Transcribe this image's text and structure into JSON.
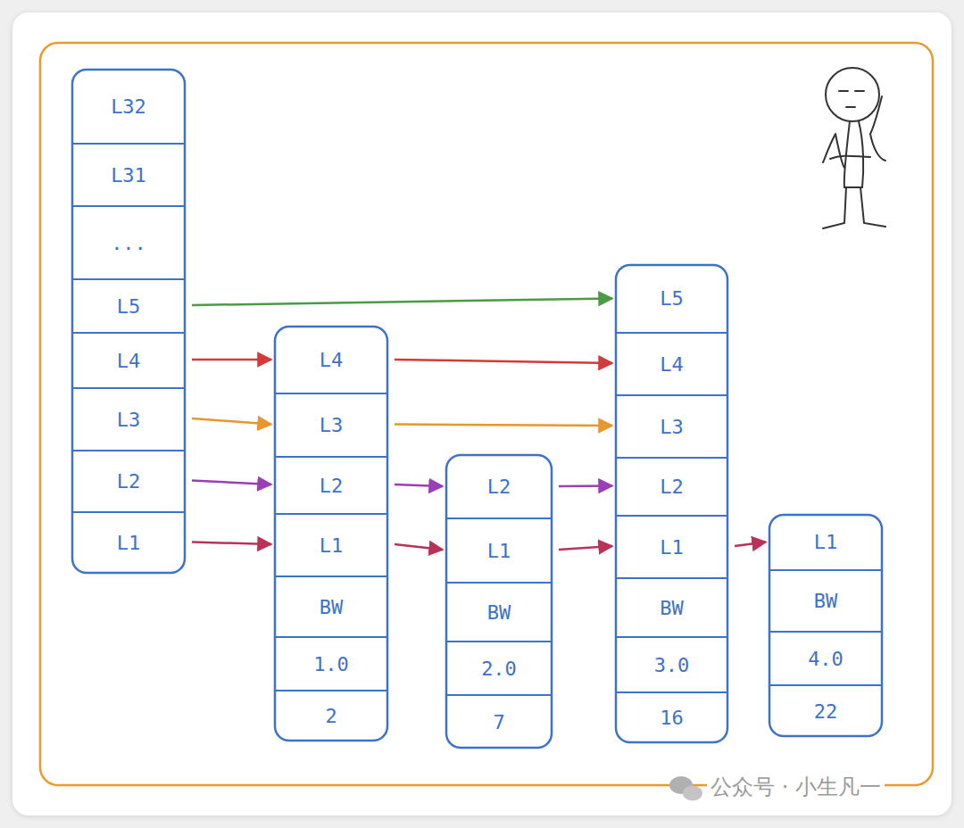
{
  "diagram": {
    "nodes": [
      {
        "text": [
          "L32"
        ]
      },
      {
        "text": [
          "L31"
        ]
      },
      {
        "text": [
          "..."
        ]
      },
      {
        "text": [
          "L5"
        ]
      },
      {
        "text": [
          "L4"
        ]
      },
      {
        "text": [
          "L3"
        ]
      },
      {
        "text": [
          "L2"
        ]
      },
      {
        "text": [
          "L1"
        ]
      },
      {
        "text": [
          "L4"
        ]
      },
      {
        "text": [
          "L3"
        ]
      },
      {
        "text": [
          "L2"
        ]
      },
      {
        "text": [
          "L1"
        ]
      },
      {
        "text": [
          "BW"
        ]
      },
      {
        "text": [
          "1.0"
        ]
      },
      {
        "text": [
          "2"
        ]
      },
      {
        "text": [
          "L2"
        ]
      },
      {
        "text": [
          "L1"
        ]
      },
      {
        "text": [
          "BW"
        ]
      },
      {
        "text": [
          "2.0"
        ]
      },
      {
        "text": [
          "7"
        ]
      },
      {
        "text": [
          "L5"
        ]
      },
      {
        "text": [
          "L4"
        ]
      },
      {
        "text": [
          "L3"
        ]
      },
      {
        "text": [
          "L2"
        ]
      },
      {
        "text": [
          "L1"
        ]
      },
      {
        "text": [
          "BW"
        ]
      },
      {
        "text": [
          "3.0"
        ]
      },
      {
        "text": [
          "16"
        ]
      },
      {
        "text": [
          "L1"
        ]
      },
      {
        "text": [
          "BW"
        ]
      },
      {
        "text": [
          "4.0"
        ]
      },
      {
        "text": [
          "22"
        ]
      }
    ],
    "edges": [
      {
        "from": 3,
        "to": 20,
        "arrow": "to"
      },
      {
        "from": 4,
        "to": 8,
        "arrow": "to"
      },
      {
        "from": 8,
        "to": 21,
        "arrow": "to"
      },
      {
        "from": 5,
        "to": 9,
        "arrow": "to"
      },
      {
        "from": 9,
        "to": 22,
        "arrow": "to"
      },
      {
        "from": 6,
        "to": 10,
        "arrow": "to"
      },
      {
        "from": 10,
        "to": 15,
        "arrow": "to"
      },
      {
        "from": 15,
        "to": 23,
        "arrow": "to"
      },
      {
        "from": 7,
        "to": 11,
        "arrow": "to"
      },
      {
        "from": 11,
        "to": 16,
        "arrow": "to"
      },
      {
        "from": 16,
        "to": 24,
        "arrow": "to"
      },
      {
        "from": 24,
        "to": 28,
        "arrow": "to"
      }
    ],
    "labels": [
      "公众号 · 小生凡一"
    ]
  }
}
